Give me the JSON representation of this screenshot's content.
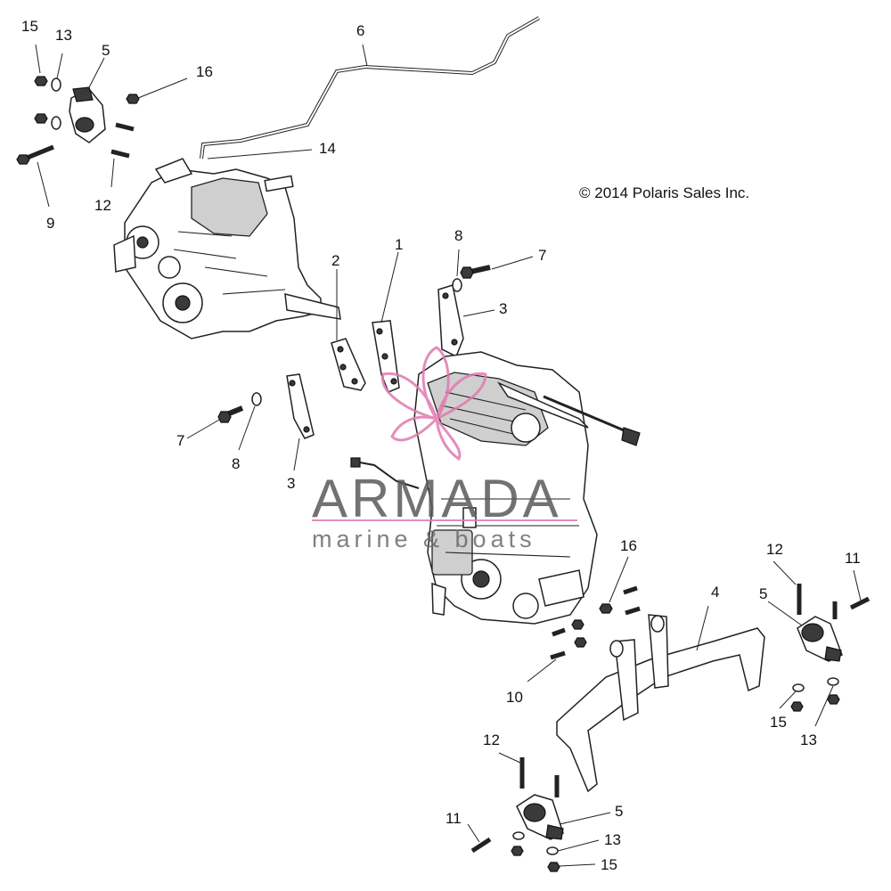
{
  "copyright": "© 2014 Polaris Sales Inc.",
  "watermark": {
    "brand": "ARMADA",
    "tagline": "marine & boats",
    "accent_color": "#e07ab0"
  },
  "callouts": [
    "15",
    "13",
    "5",
    "16",
    "12",
    "9",
    "6",
    "14",
    "2",
    "1",
    "8",
    "7",
    "3",
    "7",
    "8",
    "3",
    "16",
    "12",
    "11",
    "5",
    "4",
    "10",
    "15",
    "13",
    "12",
    "11",
    "5",
    "13",
    "15"
  ]
}
